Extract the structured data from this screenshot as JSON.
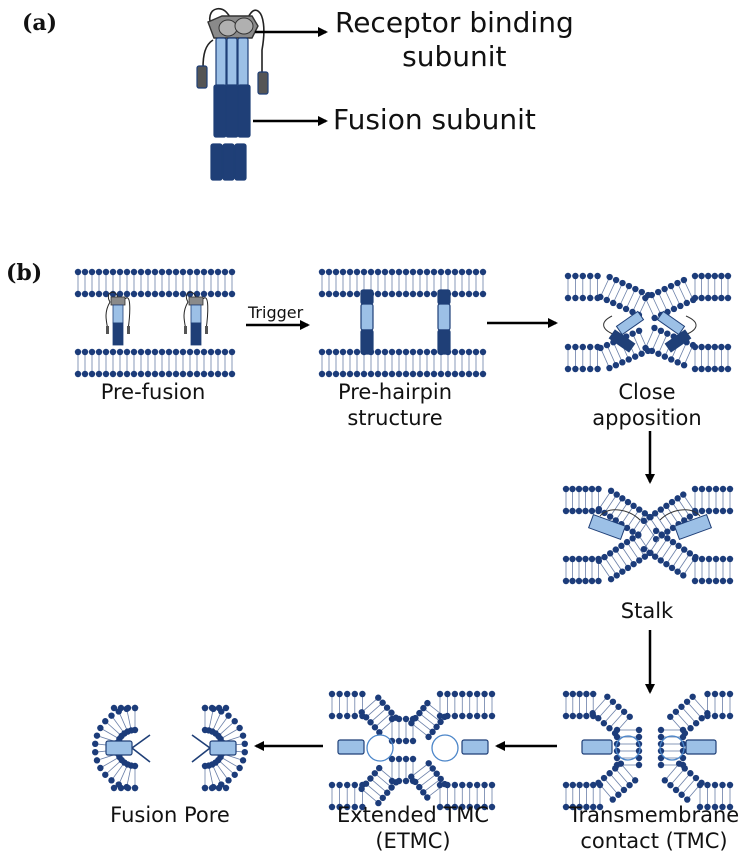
{
  "panel_a": {
    "label": "(a)",
    "receptor_binding_line1": "Receptor binding",
    "receptor_binding_line2": "subunit",
    "fusion_subunit": "Fusion subunit"
  },
  "panel_b": {
    "label": "(b)",
    "trigger": "Trigger",
    "stages": {
      "pre_fusion": "Pre-fusion",
      "pre_hairpin_1": "Pre-hairpin",
      "pre_hairpin_2": "structure",
      "close_apposition_1": "Close",
      "close_apposition_2": "apposition",
      "stalk": "Stalk",
      "tmc_1": "Transmembrane",
      "tmc_2": "contact (TMC)",
      "etmc_1": "Extended TMC",
      "etmc_2": "(ETMC)",
      "fusion_pore": "Fusion Pore"
    }
  },
  "colors": {
    "dark_blue": "#1f3f77",
    "mid_blue": "#2e5fa0",
    "light_blue": "#9cc0e6",
    "lipid_head": "#1c3c7a",
    "gray_head": "#8a8a8a",
    "dark_gray": "#555555"
  }
}
